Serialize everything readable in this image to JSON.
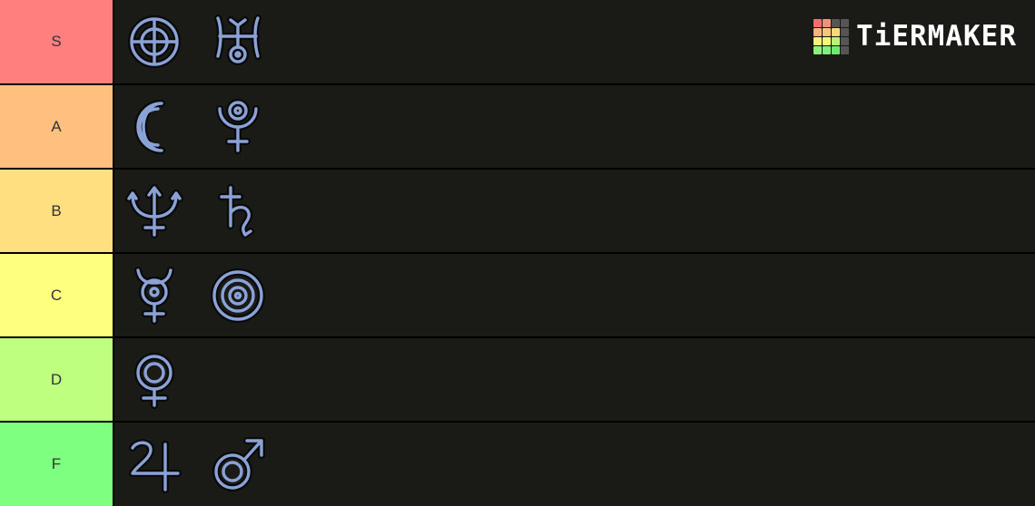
{
  "logo": {
    "text": "TiERMAKER",
    "grid_colors": [
      "#f26d6d",
      "#f08f7a",
      "#555555",
      "#555555",
      "#f8b27a",
      "#f8c47a",
      "#f9d77a",
      "#555555",
      "#faf07a",
      "#f6f67a",
      "#b9f27a",
      "#555555",
      "#8ef07a",
      "#7ff07a",
      "#6ee86e",
      "#555555"
    ]
  },
  "tiers": [
    {
      "label": "S",
      "color": "#ff7f7f",
      "items": [
        "earth-symbol-icon",
        "uranus-symbol-icon"
      ]
    },
    {
      "label": "A",
      "color": "#ffbf7f",
      "items": [
        "moon-symbol-icon",
        "pluto-symbol-icon"
      ]
    },
    {
      "label": "B",
      "color": "#ffdf7f",
      "items": [
        "neptune-symbol-icon",
        "saturn-symbol-icon"
      ]
    },
    {
      "label": "C",
      "color": "#ffff7f",
      "items": [
        "mercury-symbol-icon",
        "sun-rings-symbol-icon"
      ]
    },
    {
      "label": "D",
      "color": "#bfff7f",
      "items": [
        "venus-symbol-icon"
      ]
    },
    {
      "label": "F",
      "color": "#7fff7f",
      "items": [
        "jupiter-symbol-icon",
        "mars-symbol-icon"
      ]
    }
  ]
}
